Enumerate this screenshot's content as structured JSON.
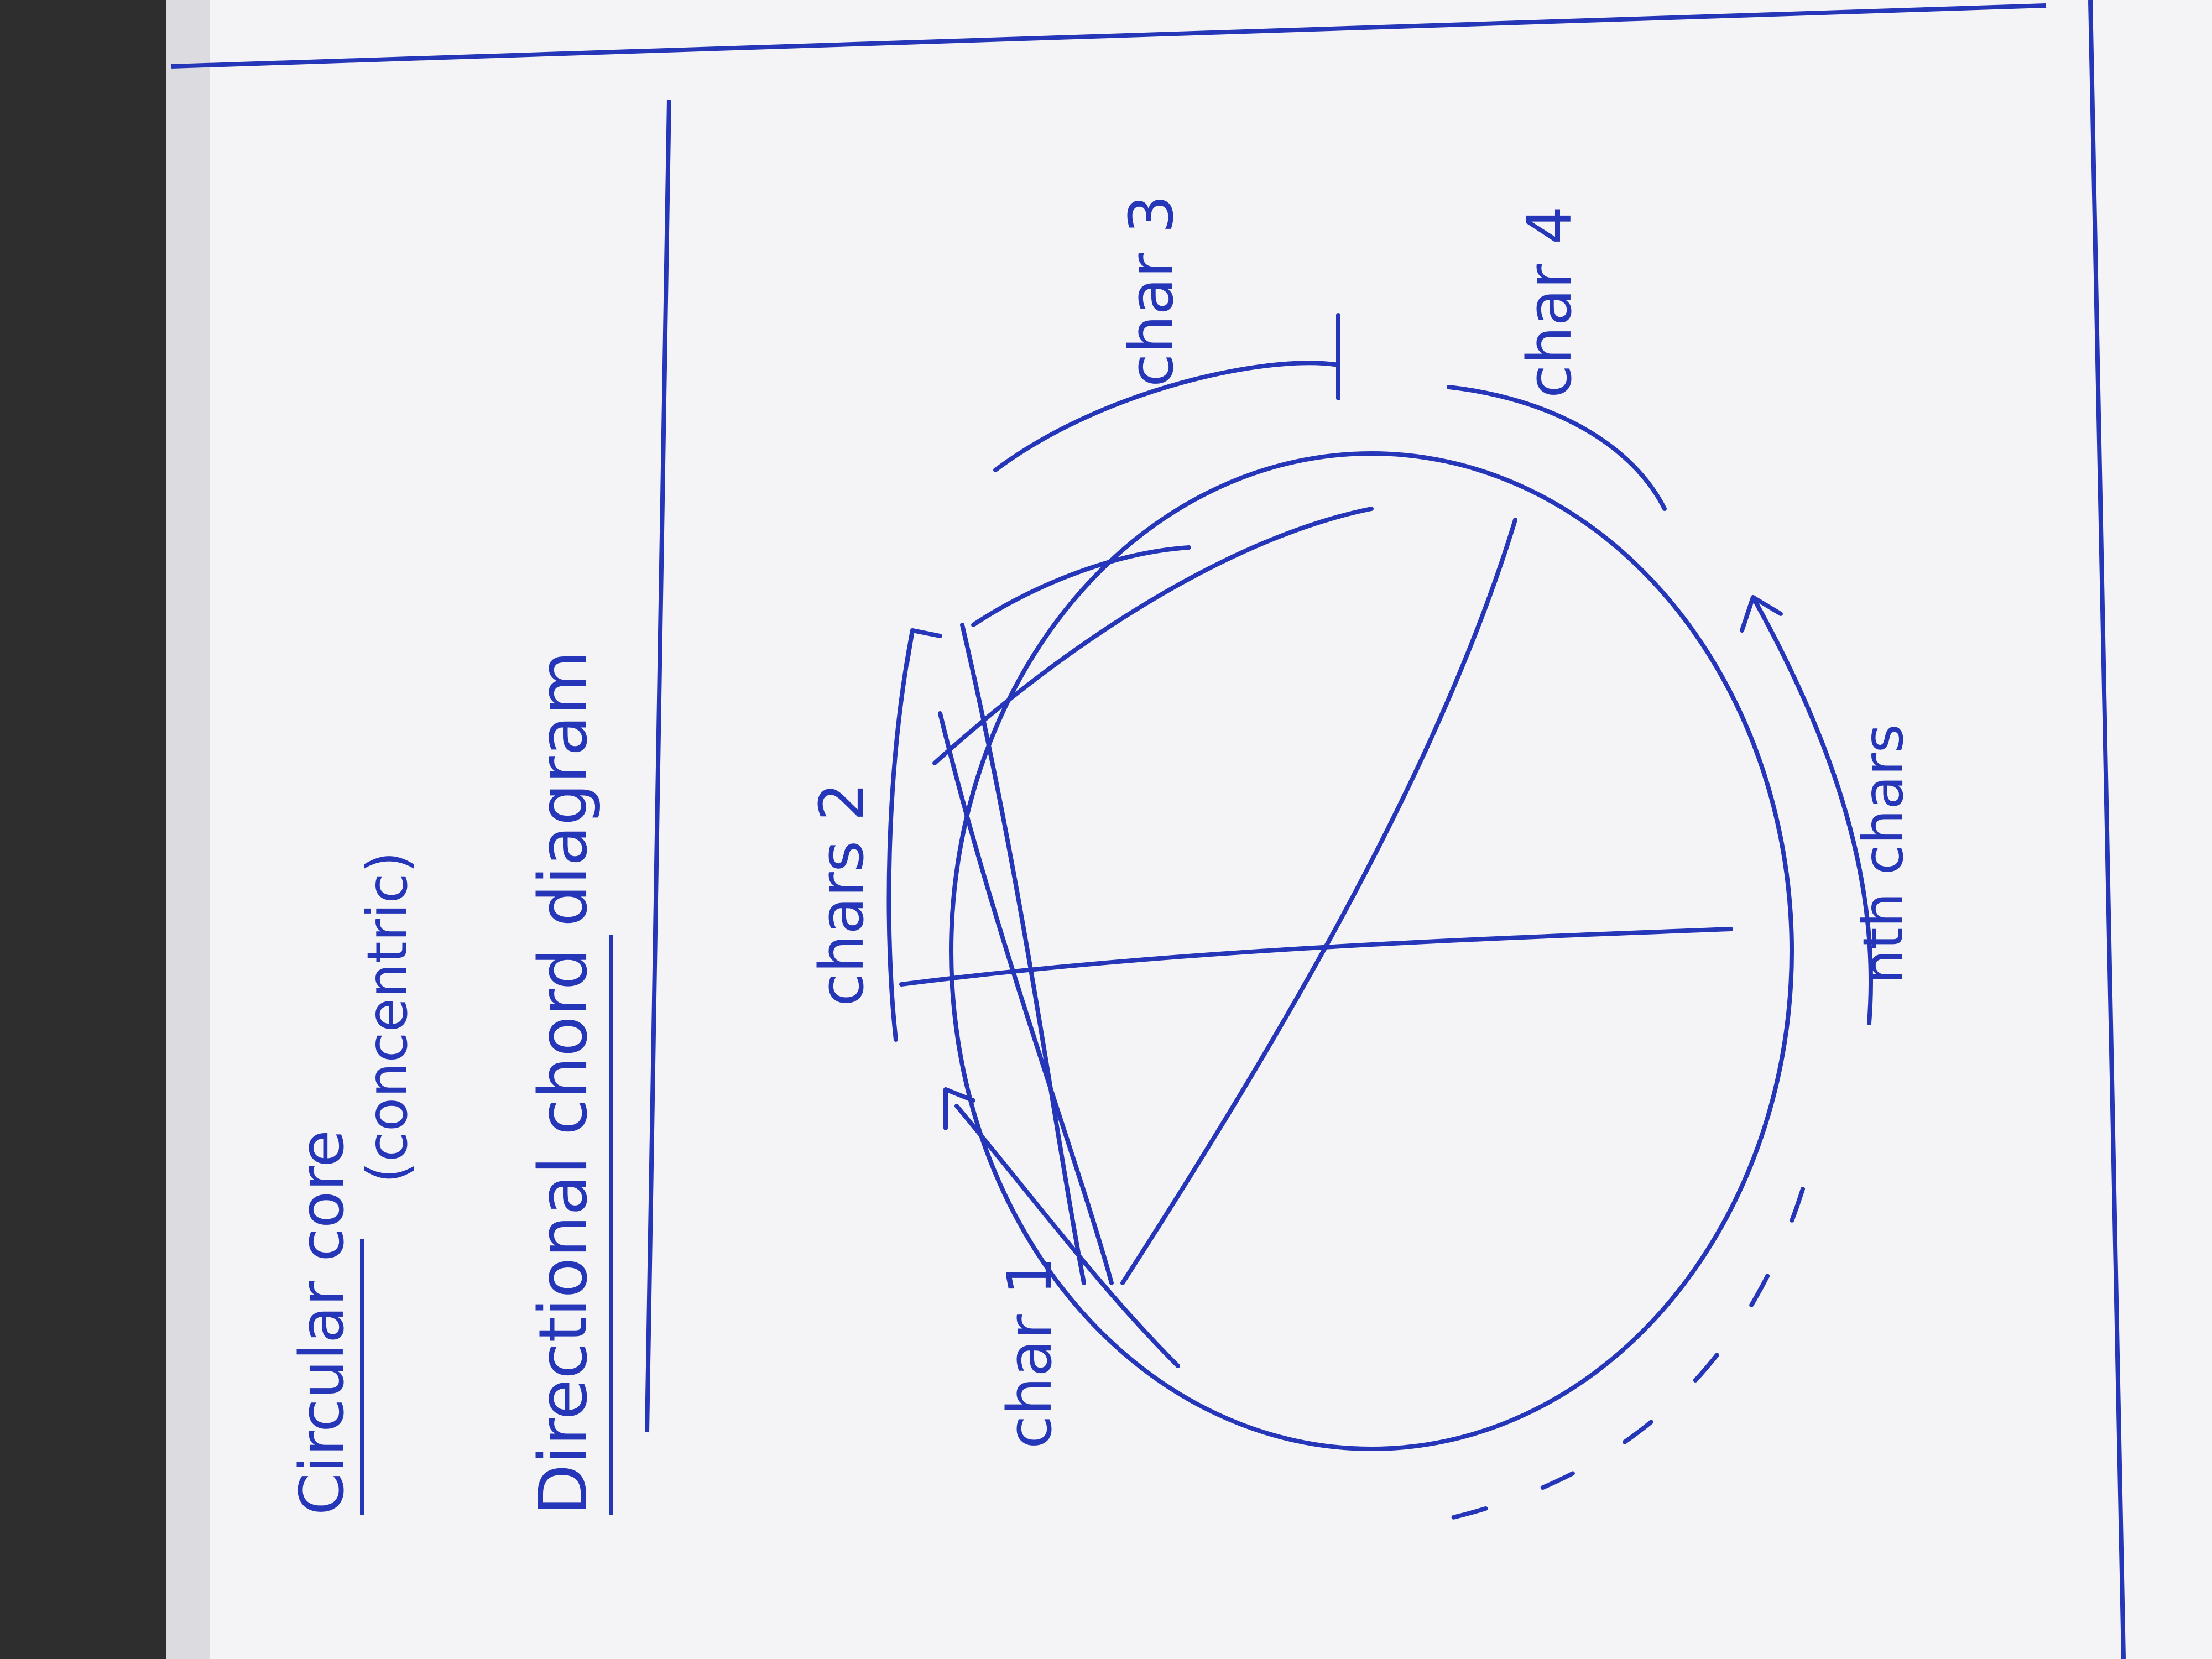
{
  "colors": {
    "ink": "#2636b8",
    "paper": "#f4f3f6",
    "paper_shadow": "#dcdbe0",
    "background": "#2e2e2e"
  },
  "notes": {
    "title_line1": "Circular core",
    "title_line2": "(concentric)",
    "title_line3": "Directional chord diagram"
  },
  "diagram": {
    "labels": {
      "char1": "char 1",
      "chars2": "chars 2",
      "char3": "char 3",
      "char4": "char 4",
      "nth_chars": "nth chars"
    }
  }
}
